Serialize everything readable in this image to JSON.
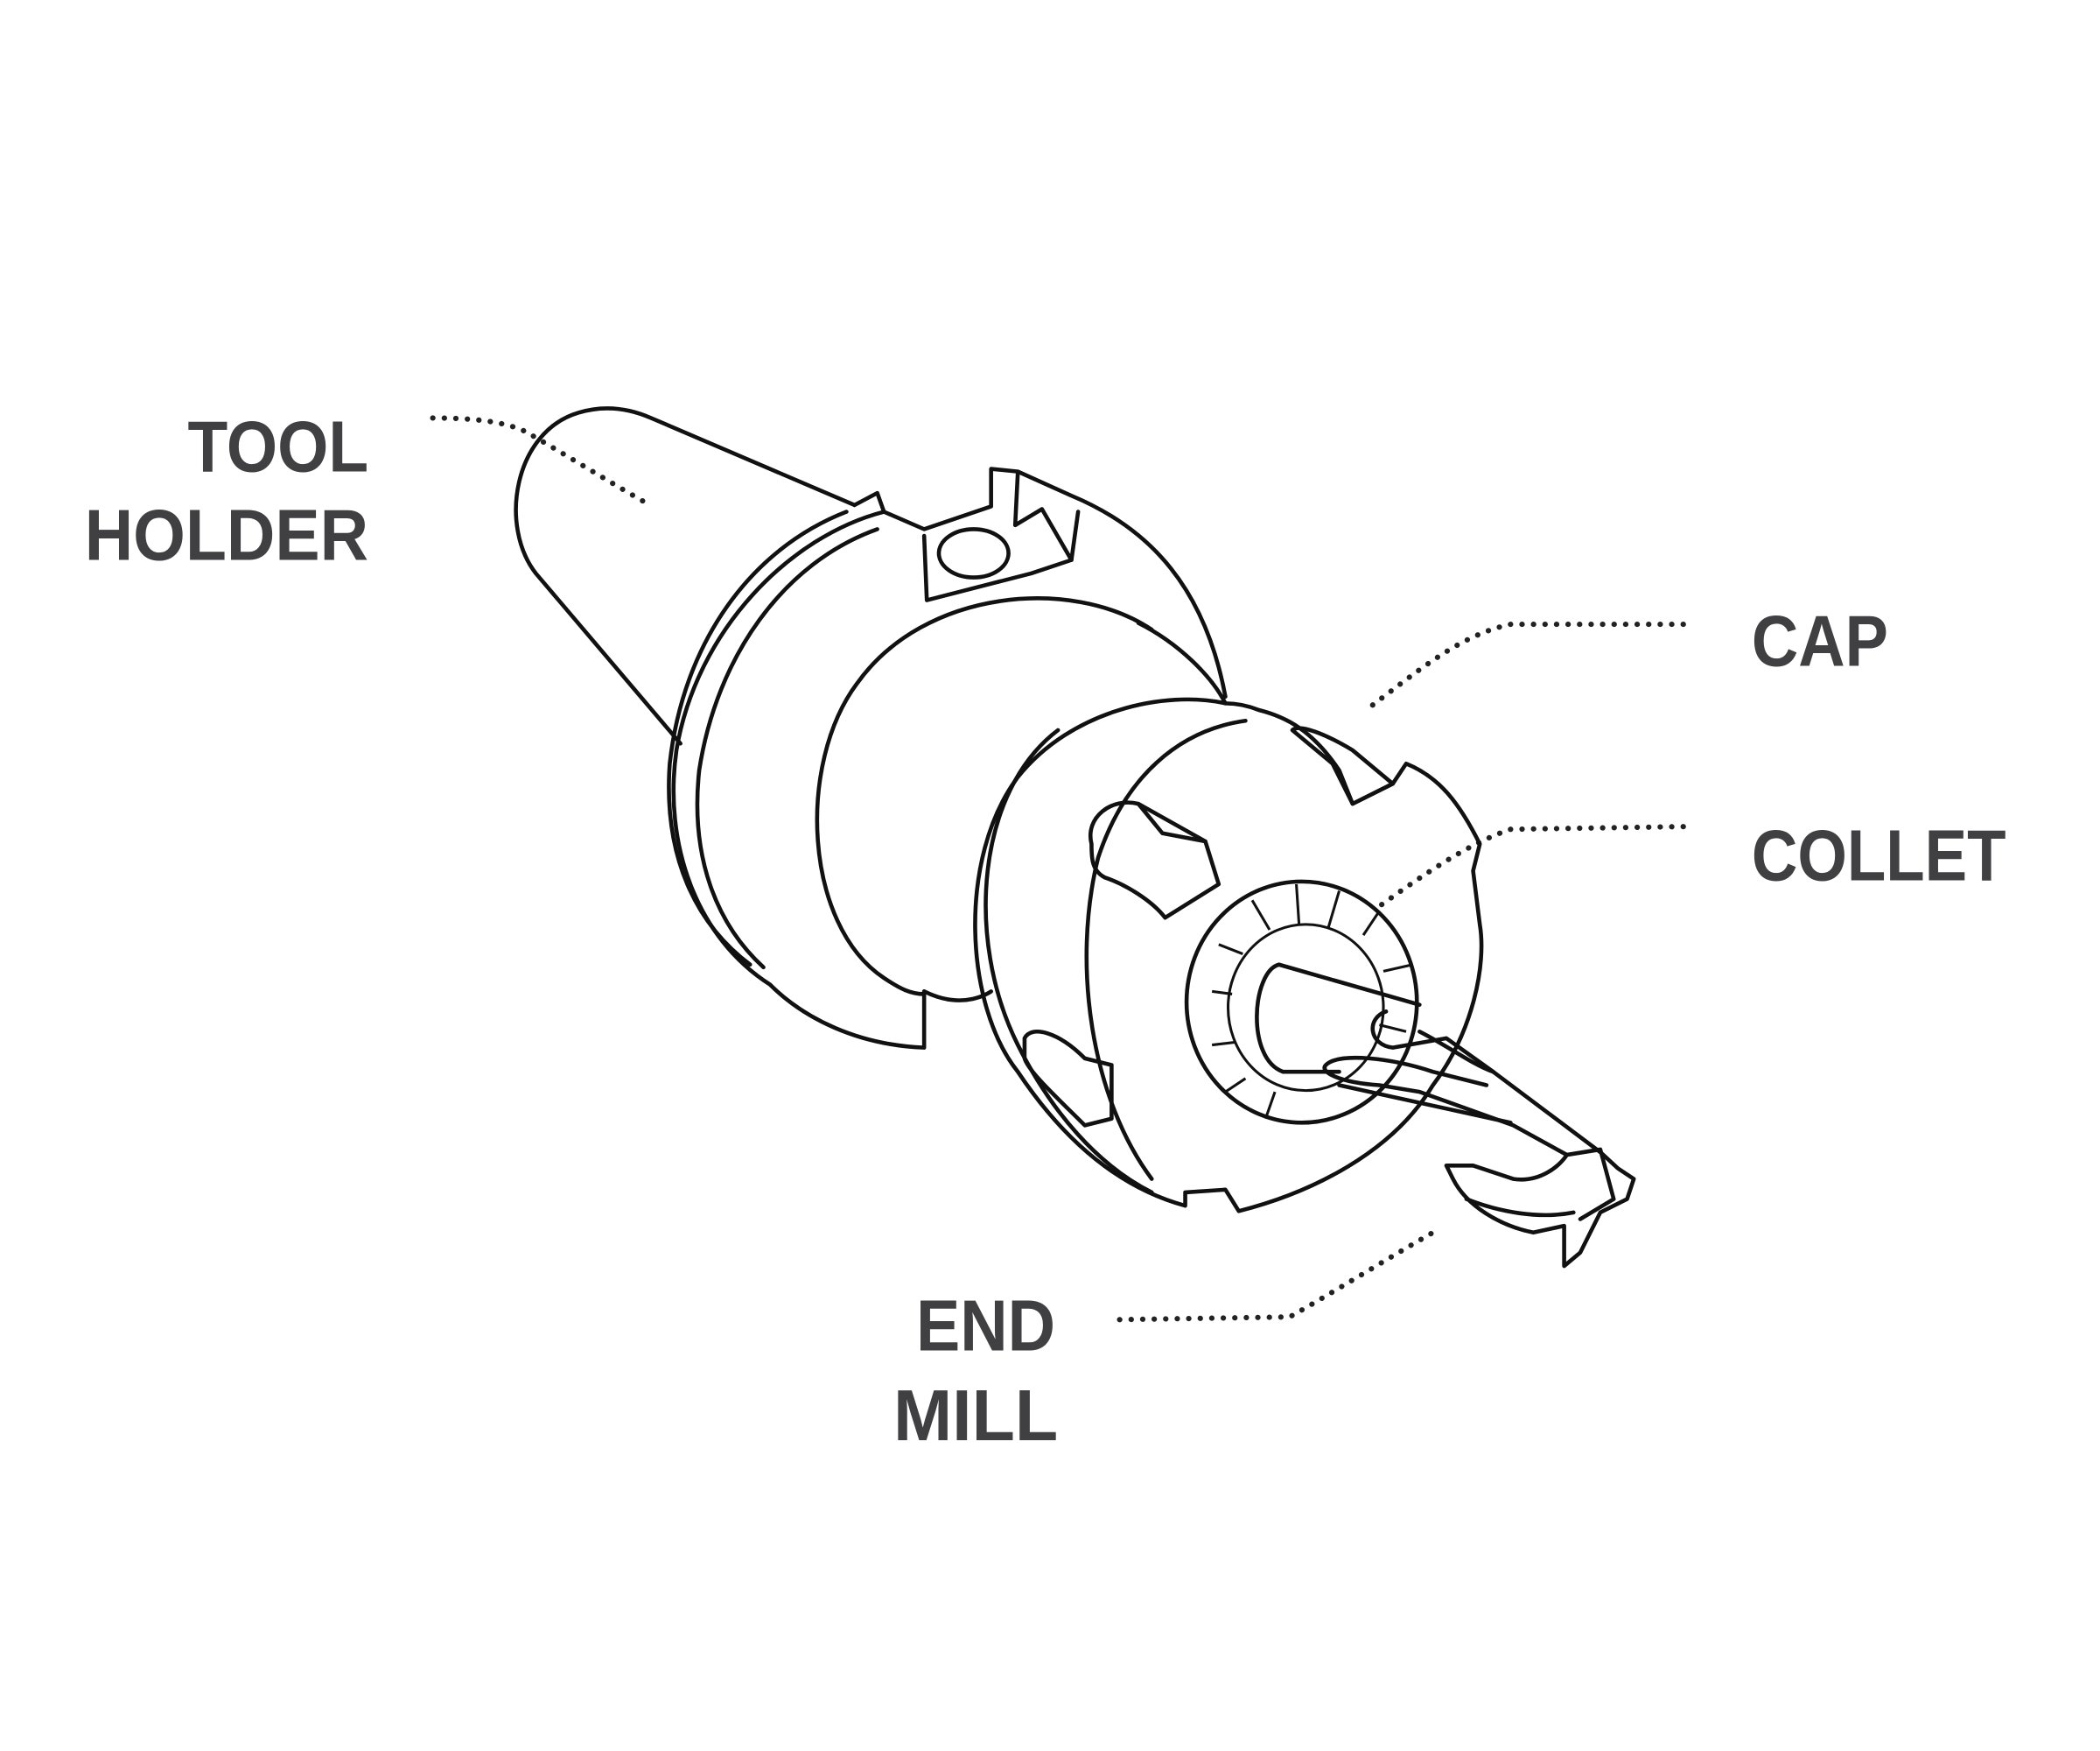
{
  "labels": {
    "tool_holder": {
      "line1": "TOOL",
      "line2": "HOLDER"
    },
    "cap": "CAP",
    "collet": "COLLET",
    "end_mill": {
      "line1": "END",
      "line2": "MILL"
    }
  },
  "colors": {
    "label_text": "#404043",
    "line_art": "#111111",
    "background": "#ffffff"
  }
}
